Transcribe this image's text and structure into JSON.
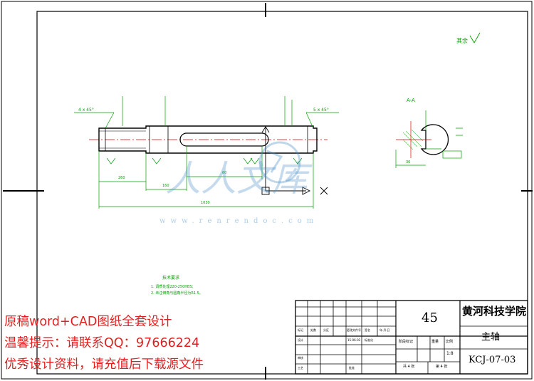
{
  "drawing": {
    "surface_note": "其余",
    "section_label": "A-A",
    "left_chamfer": "4 x 45°",
    "right_chamfer": "5 x 45°",
    "dim_left": "260",
    "dim_mid": "160",
    "dim_keyway": "60",
    "dim_total": "1030",
    "dim_section": "36",
    "tech_title": "技术要求",
    "tech_req_1": "1. 调质处理220-250HBS;",
    "tech_req_2": "2. 未注倒角与圆角半径为R1.5。"
  },
  "watermark": {
    "logo_text": "人人文库",
    "url": "www.renrendoc.com"
  },
  "promo": {
    "line1": "原稿word+CAD图纸全套设计",
    "line2": "温馨提示：请联系QQ：97666224",
    "line3": "优秀设计资料，请充值后下载源文件"
  },
  "title_block": {
    "part_count": "45",
    "school": "黄河科技学院",
    "part_name": "主轴",
    "drawing_no": "KCJ-07-03",
    "scale": "1:8",
    "mark_label": "阶段标记",
    "weight_label": "重量",
    "scale_label": "比例",
    "sheet_total": "共 4 张",
    "sheet_no": "第 4 张",
    "designer_label": "设计",
    "checker_label": "审核",
    "process_label": "工艺",
    "approve_label": "批准",
    "standard_label": "标准化",
    "header_mark": "标记",
    "header_count": "处数",
    "header_zone": "分区",
    "header_doc": "更改文件号",
    "header_sign": "签名",
    "header_date": "年.月.日",
    "date_value": "15-06-03"
  }
}
